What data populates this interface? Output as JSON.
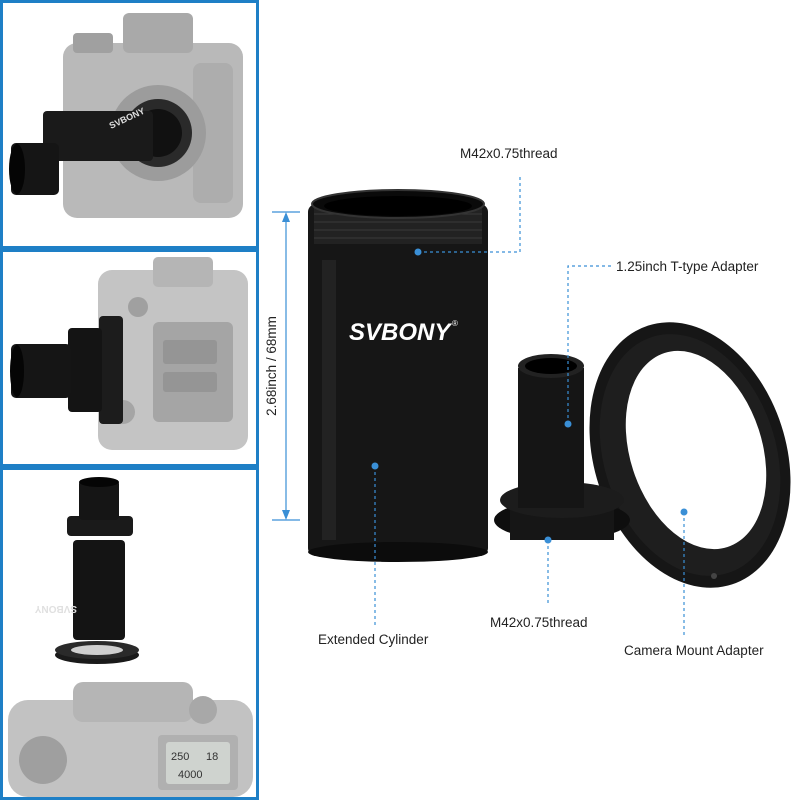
{
  "brand": {
    "name": "SVBONY",
    "registered_mark": "®"
  },
  "labels": {
    "top_thread": "M42x0.75thread",
    "t_adapter": "1.25inch T-type Adapter",
    "dimension": "2.68inch / 68mm",
    "cylinder": "Extended Cylinder",
    "bottom_thread": "M42x0.75thread",
    "camera_mount": "Camera Mount Adapter"
  },
  "camera_lcd": {
    "line1": "250",
    "line2": "18",
    "line3": "4000"
  },
  "colors": {
    "panel_border": "#1e7fc6",
    "guide_line": "#3a8fd6",
    "metal": "#141414"
  }
}
